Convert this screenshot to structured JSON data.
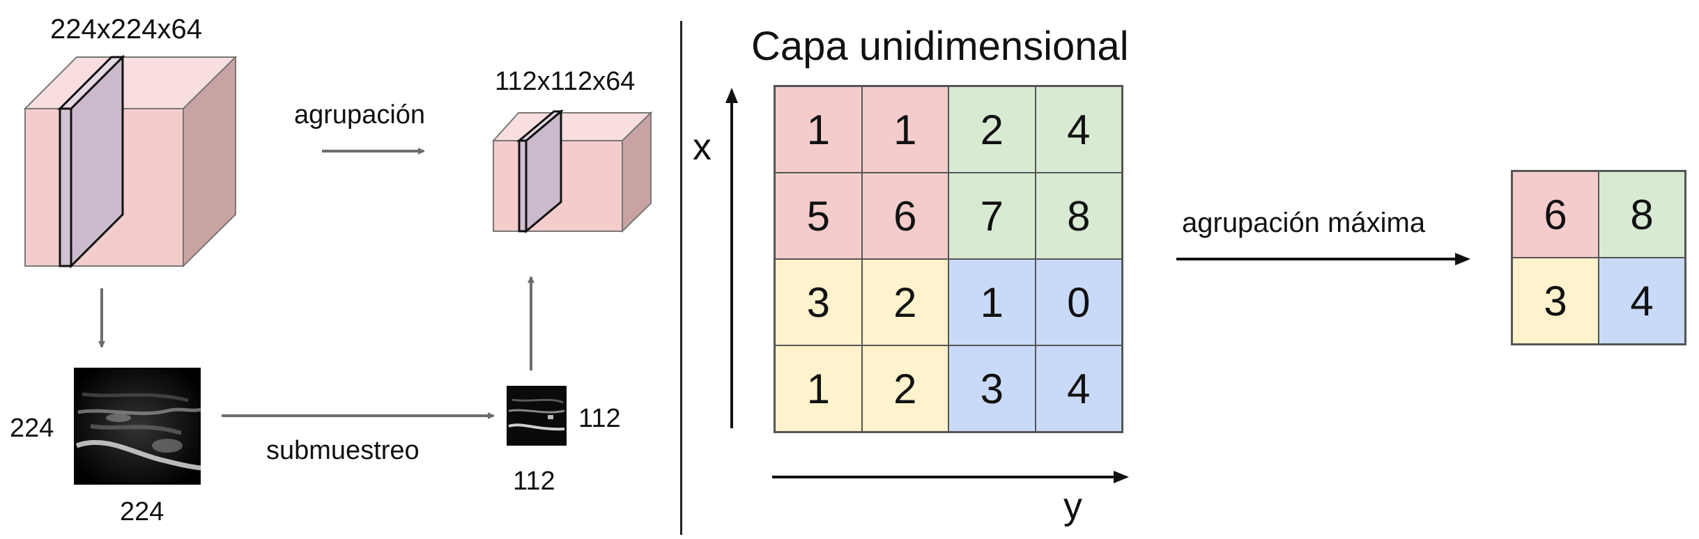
{
  "left_panel": {
    "input_volume_label": "224x224x64",
    "pooled_volume_label": "112x112x64",
    "pooling_arrow_label": "agrupación",
    "downsample_arrow_label": "submuestreo",
    "input_slice_height_label": "224",
    "input_slice_width_label": "224",
    "output_slice_height_label": "112",
    "output_slice_width_label": "112"
  },
  "right_panel": {
    "title": "Capa unidimensional",
    "x_axis_label": "x",
    "y_axis_label": "y",
    "operation_label": "agrupación máxima",
    "input_grid": [
      [
        "1",
        "1",
        "2",
        "4"
      ],
      [
        "5",
        "6",
        "7",
        "8"
      ],
      [
        "3",
        "2",
        "1",
        "0"
      ],
      [
        "1",
        "2",
        "3",
        "4"
      ]
    ],
    "output_grid": [
      [
        "6",
        "8"
      ],
      [
        "3",
        "4"
      ]
    ],
    "quadrant_colors": {
      "top_left": "#f4cccc",
      "top_right": "#d9ead3",
      "bottom_left": "#fff2cc",
      "bottom_right": "#c9daf8"
    }
  },
  "colors": {
    "volume_front": "#f4cccc",
    "volume_side": "#c9a3a3",
    "volume_top": "#f8dede",
    "slice_fill": "#d2c2d2",
    "arrow_gray": "#6d6d6d"
  }
}
